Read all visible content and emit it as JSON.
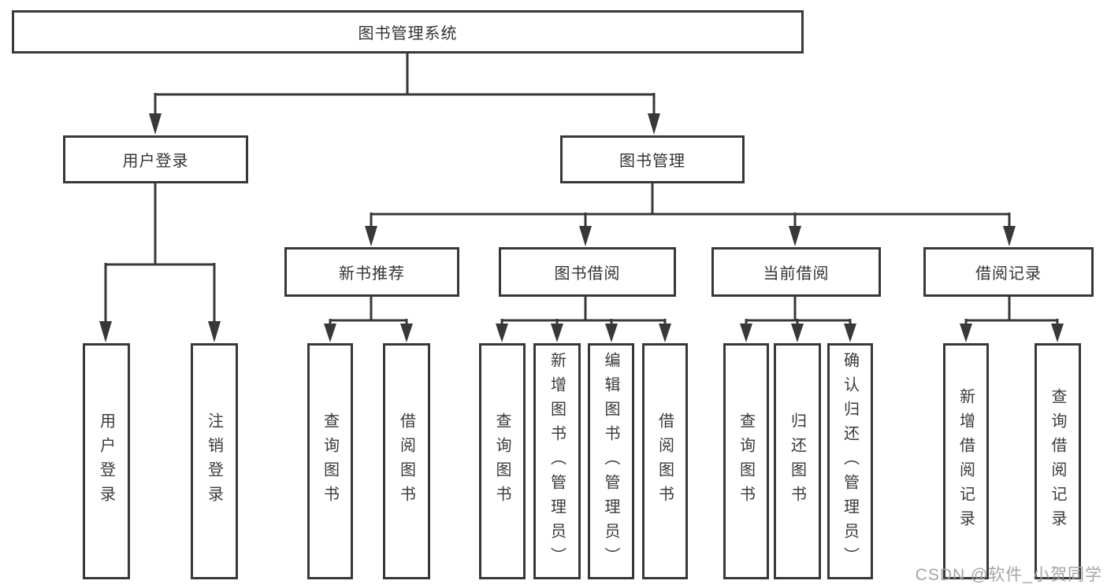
{
  "diagram": {
    "root": {
      "label": "图书管理系统"
    },
    "level1": [
      {
        "label": "用户登录"
      },
      {
        "label": "图书管理"
      }
    ],
    "level2": [
      {
        "label": "新书推荐"
      },
      {
        "label": "图书借阅"
      },
      {
        "label": "当前借阅"
      },
      {
        "label": "借阅记录"
      }
    ],
    "leaves": {
      "user_login": [
        "用户登录",
        "注销登录"
      ],
      "new_book": [
        "查询图书",
        "借阅图书"
      ],
      "book_borrow": [
        "查询图书",
        "新增图书（管理员）",
        "编辑图书（管理员）",
        "借阅图书"
      ],
      "current_borrow": [
        "查询图书",
        "归还图书",
        "确认归还（管理员）"
      ],
      "borrow_record": [
        "新增借阅记录",
        "查询借阅记录"
      ]
    }
  },
  "watermark": "CSDN @软件_小贺同学",
  "colors": {
    "line": "#383838",
    "text": "#333333",
    "watermark": "#aaa2a2"
  }
}
